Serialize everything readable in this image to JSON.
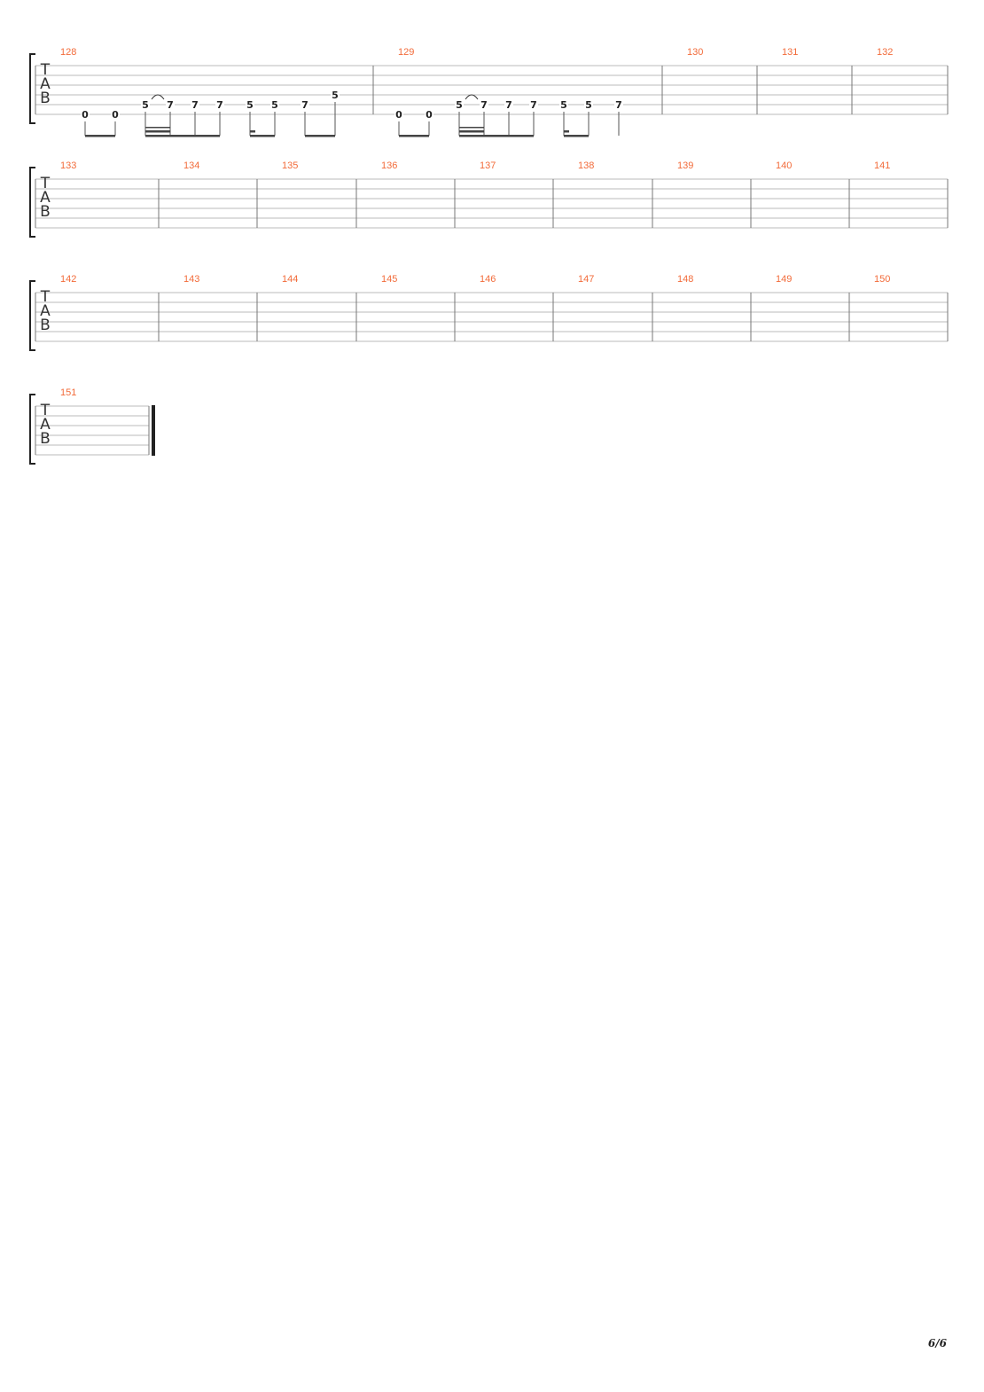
{
  "tab_clef": [
    "T",
    "A",
    "B"
  ],
  "systems": [
    {
      "measures": [
        {
          "number": "128",
          "notes": [
            {
              "string": 6,
              "fret": "0"
            },
            {
              "string": 6,
              "fret": "0"
            },
            {
              "string": 5,
              "fret": "5"
            },
            {
              "string": 5,
              "fret": "7"
            },
            {
              "string": 5,
              "fret": "7"
            },
            {
              "string": 5,
              "fret": "7"
            },
            {
              "string": 5,
              "fret": "5"
            },
            {
              "string": 5,
              "fret": "5"
            },
            {
              "string": 5,
              "fret": "7"
            },
            {
              "string": 4,
              "fret": "5"
            }
          ]
        },
        {
          "number": "129",
          "notes": [
            {
              "string": 6,
              "fret": "0"
            },
            {
              "string": 6,
              "fret": "0"
            },
            {
              "string": 5,
              "fret": "5"
            },
            {
              "string": 5,
              "fret": "7"
            },
            {
              "string": 5,
              "fret": "7"
            },
            {
              "string": 5,
              "fret": "7"
            },
            {
              "string": 5,
              "fret": "5"
            },
            {
              "string": 5,
              "fret": "5"
            },
            {
              "string": 5,
              "fret": "7"
            }
          ]
        },
        {
          "number": "130",
          "notes": []
        },
        {
          "number": "131",
          "notes": []
        },
        {
          "number": "132",
          "notes": []
        }
      ]
    },
    {
      "measures": [
        {
          "number": "133",
          "notes": []
        },
        {
          "number": "134",
          "notes": []
        },
        {
          "number": "135",
          "notes": []
        },
        {
          "number": "136",
          "notes": []
        },
        {
          "number": "137",
          "notes": []
        },
        {
          "number": "138",
          "notes": []
        },
        {
          "number": "139",
          "notes": []
        },
        {
          "number": "140",
          "notes": []
        },
        {
          "number": "141",
          "notes": []
        }
      ]
    },
    {
      "measures": [
        {
          "number": "142",
          "notes": []
        },
        {
          "number": "143",
          "notes": []
        },
        {
          "number": "144",
          "notes": []
        },
        {
          "number": "145",
          "notes": []
        },
        {
          "number": "146",
          "notes": []
        },
        {
          "number": "147",
          "notes": []
        },
        {
          "number": "148",
          "notes": []
        },
        {
          "number": "149",
          "notes": []
        },
        {
          "number": "150",
          "notes": []
        }
      ]
    },
    {
      "measures": [
        {
          "number": "151",
          "notes": []
        }
      ]
    }
  ],
  "page_number": "6/6",
  "colors": {
    "measure_number": "#f26b3a",
    "staff_line": "#bbbbbb",
    "barline": "#777777",
    "bracket": "#222222"
  }
}
